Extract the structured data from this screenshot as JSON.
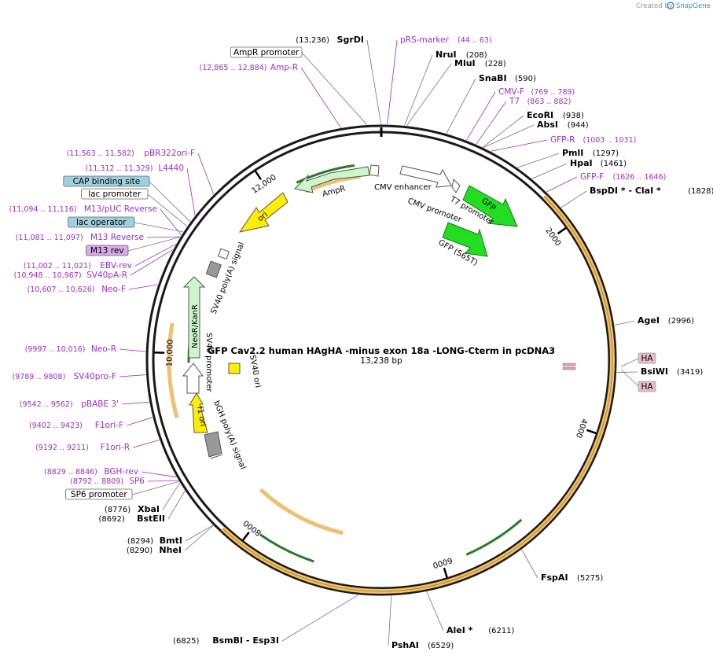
{
  "brand": {
    "prefix": "Created by",
    "name": "SnapGene"
  },
  "map": {
    "title": "GFP Cav2.2 human HAgHA -minus exon 18a -LONG-Cterm in pcDNA3",
    "length_label": "13,238 bp",
    "length": 13238
  },
  "ticks": [
    {
      "pos": 2000,
      "label": "2000"
    },
    {
      "pos": 4000,
      "label": "4000"
    },
    {
      "pos": 6000,
      "label": "6000"
    },
    {
      "pos": 8000,
      "label": "8000"
    },
    {
      "pos": 10000,
      "label": "10,000"
    },
    {
      "pos": 12000,
      "label": "12,000"
    }
  ],
  "labels": [
    {
      "kind": "enzyme",
      "name": "SgrDI",
      "pos": "(13,236)",
      "side": "left",
      "site": 13236
    },
    {
      "kind": "primer",
      "name": "pRS-marker",
      "pos": "(44 .. 63)",
      "side": "right",
      "site": 54
    },
    {
      "kind": "feature",
      "name": "AmpR promoter",
      "side": "box",
      "site": 13110
    },
    {
      "kind": "enzyme",
      "name": "NruI",
      "pos": "(208)",
      "side": "right",
      "site": 208
    },
    {
      "kind": "primer",
      "name": "Amp-R",
      "pos": "(12,865 .. 12,884)",
      "side": "left",
      "site": 12875
    },
    {
      "kind": "enzyme",
      "name": "MluI",
      "pos": "(228)",
      "side": "right",
      "site": 228
    },
    {
      "kind": "enzyme",
      "name": "SnaBI",
      "pos": "(590)",
      "side": "right",
      "site": 590
    },
    {
      "kind": "primer",
      "name": "CMV-F",
      "pos": "(769 .. 789)",
      "side": "right",
      "site": 779
    },
    {
      "kind": "primer",
      "name": "T7",
      "pos": "(863 .. 882)",
      "side": "right",
      "site": 872
    },
    {
      "kind": "enzyme",
      "name": "EcoRI",
      "pos": "(938)",
      "side": "right",
      "site": 938
    },
    {
      "kind": "enzyme",
      "name": "AbsI",
      "pos": "(944)",
      "side": "right",
      "site": 944
    },
    {
      "kind": "primer",
      "name": "GFP-R",
      "pos": "(1003 .. 1031)",
      "side": "right",
      "site": 1017
    },
    {
      "kind": "primer",
      "name": "pBR322ori-F",
      "pos": "(11,563 .. 11,582)",
      "side": "left",
      "site": 11572
    },
    {
      "kind": "enzyme",
      "name": "PmlI",
      "pos": "(1297)",
      "side": "right",
      "site": 1297
    },
    {
      "kind": "enzyme",
      "name": "HpaI",
      "pos": "(1461)",
      "side": "right",
      "site": 1461
    },
    {
      "kind": "primer",
      "name": "L4440",
      "pos": "(11,312 .. 11,329)",
      "side": "left",
      "site": 11320
    },
    {
      "kind": "primer",
      "name": "GFP-F",
      "pos": "(1626 .. 1646)",
      "side": "right",
      "site": 1636
    },
    {
      "kind": "feature",
      "name": "CAP binding site",
      "side": "box",
      "site": 11250
    },
    {
      "kind": "enzyme",
      "name": "BspDI * - ClaI *",
      "pos": "(1828)",
      "side": "right",
      "site": 1828
    },
    {
      "kind": "feature",
      "name": "lac promoter",
      "side": "box",
      "site": 11200
    },
    {
      "kind": "primer",
      "name": "M13/pUC Reverse",
      "pos": "(11,094 .. 11,116)",
      "side": "left",
      "site": 11105
    },
    {
      "kind": "feature",
      "name": "lac operator",
      "side": "box",
      "site": 11140
    },
    {
      "kind": "primer",
      "name": "M13 Reverse",
      "pos": "(11,081 .. 11,097)",
      "side": "left",
      "site": 11089
    },
    {
      "kind": "feature",
      "name": "M13 rev",
      "side": "box",
      "site": 11085
    },
    {
      "kind": "primer",
      "name": "EBV-rev",
      "pos": "(11,002 .. 11,021)",
      "side": "left",
      "site": 11011
    },
    {
      "kind": "primer",
      "name": "SV40pA-R",
      "pos": "(10,948 .. 10,967)",
      "side": "left",
      "site": 10957
    },
    {
      "kind": "primer",
      "name": "Neo-F",
      "pos": "(10,607 .. 10,626)",
      "side": "left",
      "site": 10616
    },
    {
      "kind": "enzyme",
      "name": "AgeI",
      "pos": "(2996)",
      "side": "right",
      "site": 2996
    },
    {
      "kind": "primer",
      "name": "Neo-R",
      "pos": "(9997 .. 10,016)",
      "side": "left",
      "site": 10006
    },
    {
      "kind": "enzyme",
      "name": "BsiWI",
      "pos": "(3419)",
      "side": "right",
      "site": 3419
    },
    {
      "kind": "primer",
      "name": "SV40pro-F",
      "pos": "(9789 .. 9808)",
      "side": "left",
      "site": 9798
    },
    {
      "kind": "primer",
      "name": "pBABE 3'",
      "pos": "(9542 .. 9562)",
      "side": "left",
      "site": 9552
    },
    {
      "kind": "primer",
      "name": "F1ori-F",
      "pos": "(9402 .. 9423)",
      "side": "left",
      "site": 9412
    },
    {
      "kind": "primer",
      "name": "F1ori-R",
      "pos": "(9192 .. 9211)",
      "side": "left",
      "site": 9201
    },
    {
      "kind": "primer",
      "name": "BGH-rev",
      "pos": "(8829 .. 8846)",
      "side": "left",
      "site": 8837
    },
    {
      "kind": "primer",
      "name": "SP6",
      "pos": "(8792 .. 8809)",
      "side": "left",
      "site": 8800
    },
    {
      "kind": "feature",
      "name": "SP6 promoter",
      "side": "box",
      "site": 8790
    },
    {
      "kind": "enzyme",
      "name": "XbaI",
      "pos": "(8776)",
      "side": "left",
      "site": 8776
    },
    {
      "kind": "enzyme",
      "name": "BstEII",
      "pos": "(8692)",
      "side": "left",
      "site": 8692
    },
    {
      "kind": "enzyme",
      "name": "BmtI",
      "pos": "(8294)",
      "side": "left",
      "site": 8294
    },
    {
      "kind": "enzyme",
      "name": "NheI",
      "pos": "(8290)",
      "side": "left",
      "site": 8290
    },
    {
      "kind": "enzyme",
      "name": "FspAI",
      "pos": "(5275)",
      "side": "right",
      "site": 5275
    },
    {
      "kind": "enzyme",
      "name": "AleI *",
      "pos": "(6211)",
      "side": "right",
      "site": 6211
    },
    {
      "kind": "enzyme",
      "name": "PshAI",
      "pos": "(6529)",
      "side": "right",
      "site": 6529
    },
    {
      "kind": "enzyme",
      "name": "BsmBI - Esp3I",
      "pos": "(6825)",
      "side": "left",
      "site": 6825
    }
  ],
  "ha_tags": [
    "HA",
    "HA"
  ],
  "features": [
    {
      "name": "CMV enhancer",
      "color": "#ffffff"
    },
    {
      "name": "CMV promoter",
      "color": "#ffffff"
    },
    {
      "name": "T7 promoter",
      "color": "#ffffff"
    },
    {
      "name": "GFP",
      "color": "#22dd22"
    },
    {
      "name": "GFP (S65T)",
      "color": "#22dd22"
    },
    {
      "name": "AmpR",
      "color": "#ccf5cc"
    },
    {
      "name": "ori",
      "color": "#ffee00"
    },
    {
      "name": "SV40 poly(A) signal",
      "color": "#999999"
    },
    {
      "name": "NeoR/KanR",
      "color": "#ccf5cc"
    },
    {
      "name": "SV40 promoter",
      "color": "#ffffff"
    },
    {
      "name": "SV40 ori",
      "color": "#ffee00"
    },
    {
      "name": "f1 ori",
      "color": "#ffee00"
    },
    {
      "name": "bGH poly(A) signal",
      "color": "#999999"
    }
  ],
  "colors": {
    "primer": "#9b30c8",
    "insert": "#f0c070",
    "backbone": "#222222",
    "cds": "#2a7a2a"
  }
}
